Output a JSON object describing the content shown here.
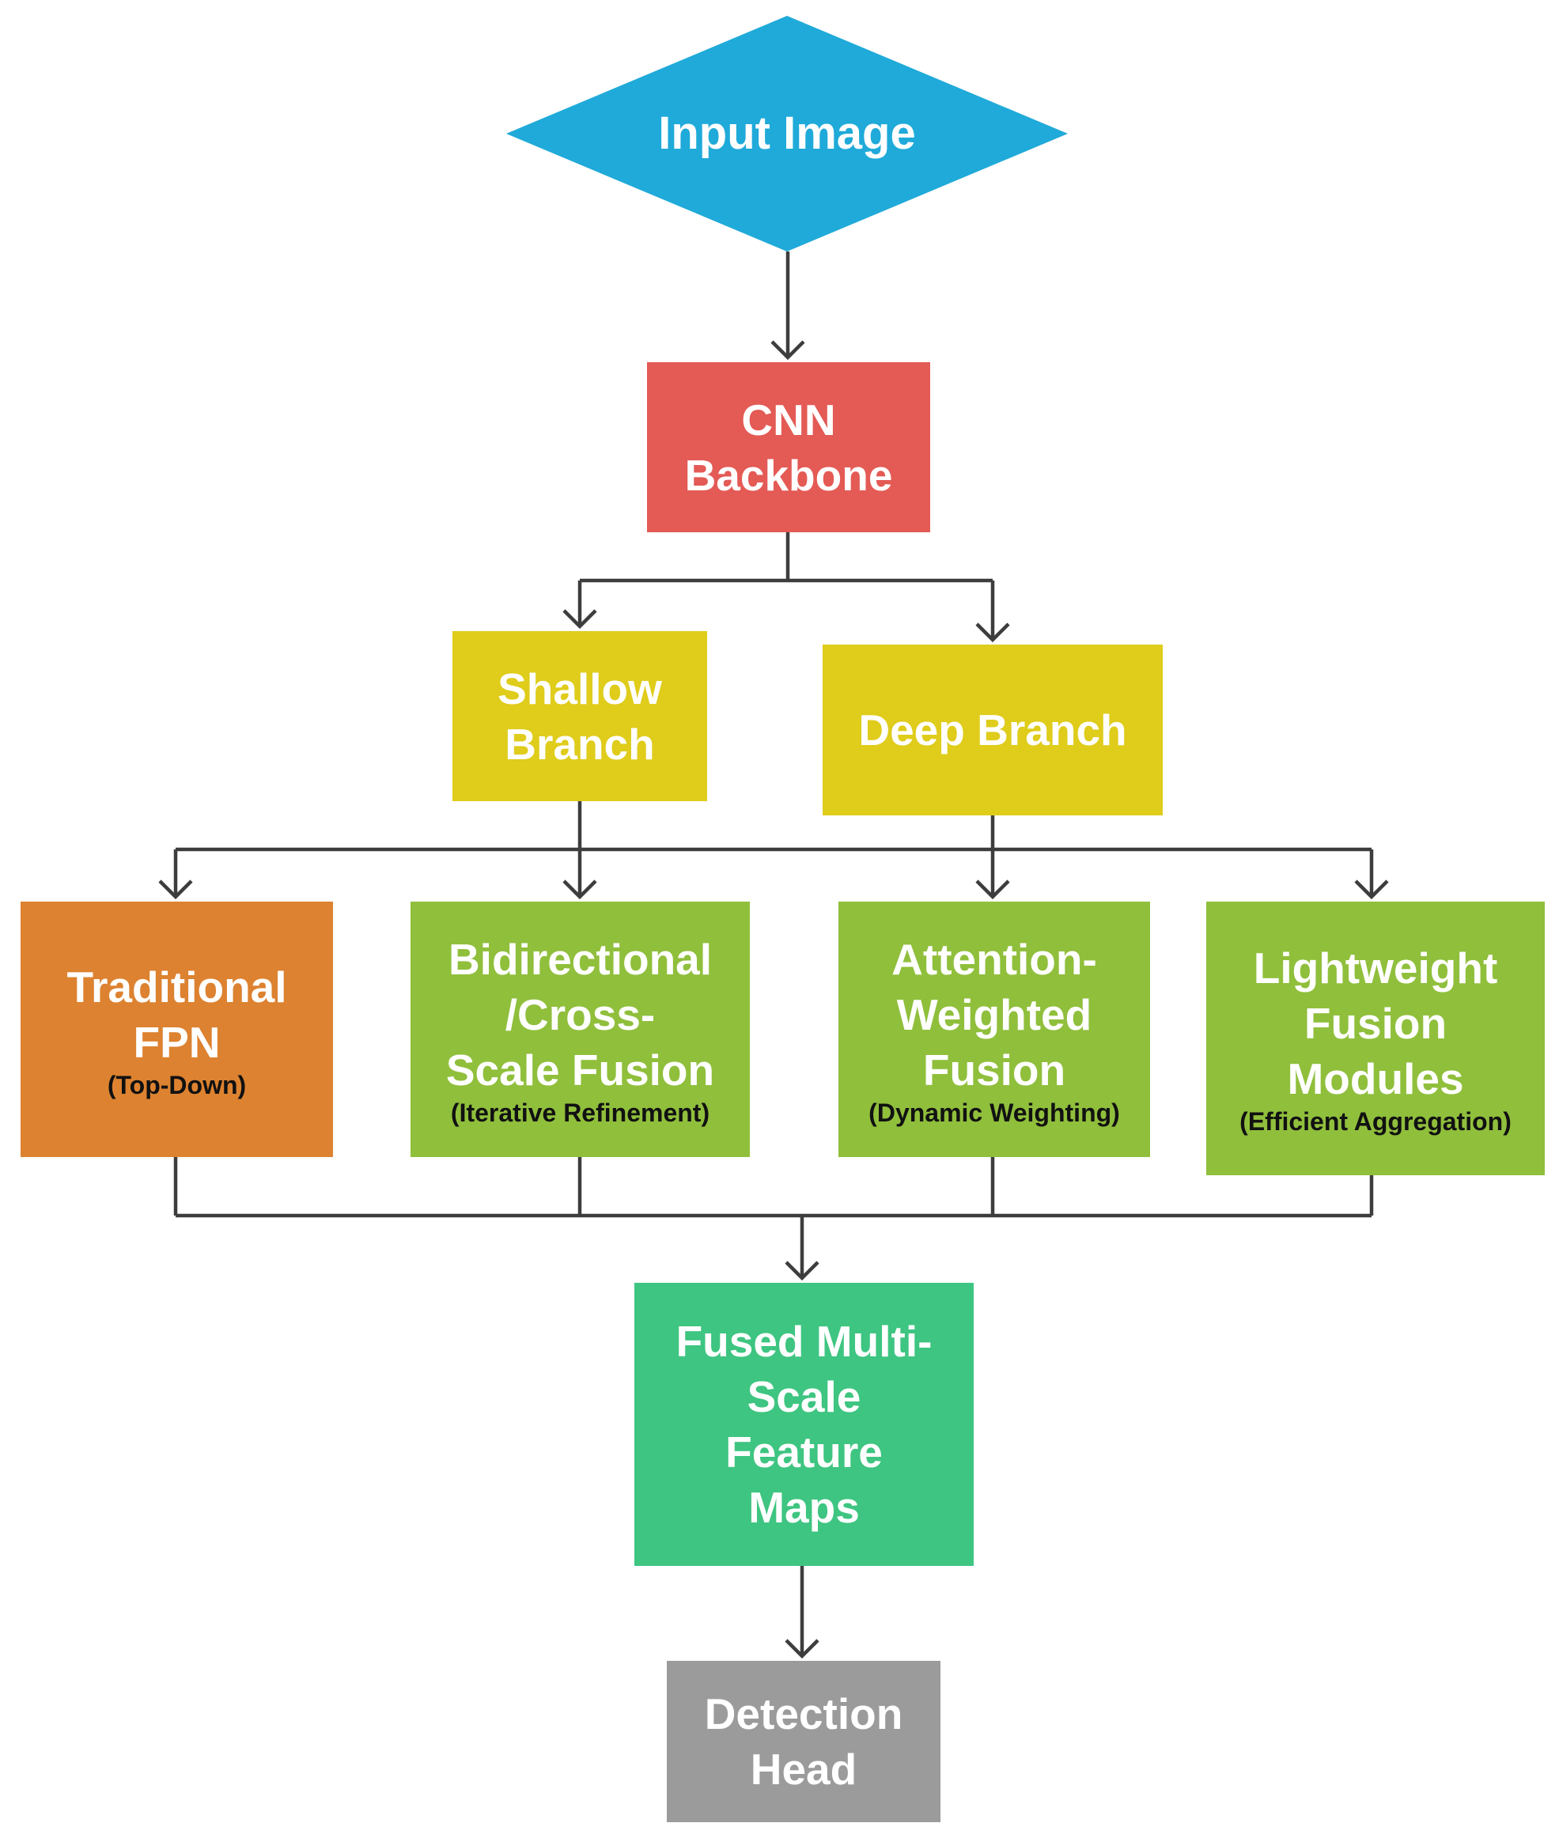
{
  "colors": {
    "input": "#1faad9",
    "cnn": "#e45a55",
    "branch": "#dfcc1b",
    "fpn": "#dd8230",
    "fusion": "#90bf3c",
    "fused": "#3ec581",
    "head": "#9b9b9b",
    "edge": "#3d3d3d"
  },
  "nodes": {
    "input": {
      "lines": [
        "Input Image"
      ]
    },
    "cnn": {
      "lines": [
        "CNN",
        "Backbone"
      ]
    },
    "shallow": {
      "lines": [
        "Shallow",
        "Branch"
      ]
    },
    "deep": {
      "lines": [
        "Deep Branch"
      ]
    },
    "fpn": {
      "lines": [
        "Traditional",
        "FPN"
      ],
      "note": "(Top-Down)"
    },
    "bidir": {
      "lines": [
        "Bidirectional",
        "/Cross-",
        "Scale Fusion"
      ],
      "note": "(Iterative Refinement)"
    },
    "attn": {
      "lines": [
        "Attention-",
        "Weighted",
        "Fusion"
      ],
      "note": "(Dynamic Weighting)"
    },
    "light": {
      "lines": [
        "Lightweight",
        "Fusion",
        "Modules"
      ],
      "note": "(Efficient Aggregation)"
    },
    "fused": {
      "lines": [
        "Fused Multi-",
        "Scale",
        "Feature",
        "Maps"
      ]
    },
    "head": {
      "lines": [
        "Detection",
        "Head"
      ]
    }
  },
  "edges": [
    [
      "input",
      "cnn"
    ],
    [
      "cnn",
      "shallow"
    ],
    [
      "cnn",
      "deep"
    ],
    [
      "shallow",
      "fpn"
    ],
    [
      "shallow",
      "bidir"
    ],
    [
      "deep",
      "attn"
    ],
    [
      "deep",
      "light"
    ],
    [
      "fpn",
      "fused"
    ],
    [
      "bidir",
      "fused"
    ],
    [
      "attn",
      "fused"
    ],
    [
      "light",
      "fused"
    ],
    [
      "fused",
      "head"
    ]
  ]
}
